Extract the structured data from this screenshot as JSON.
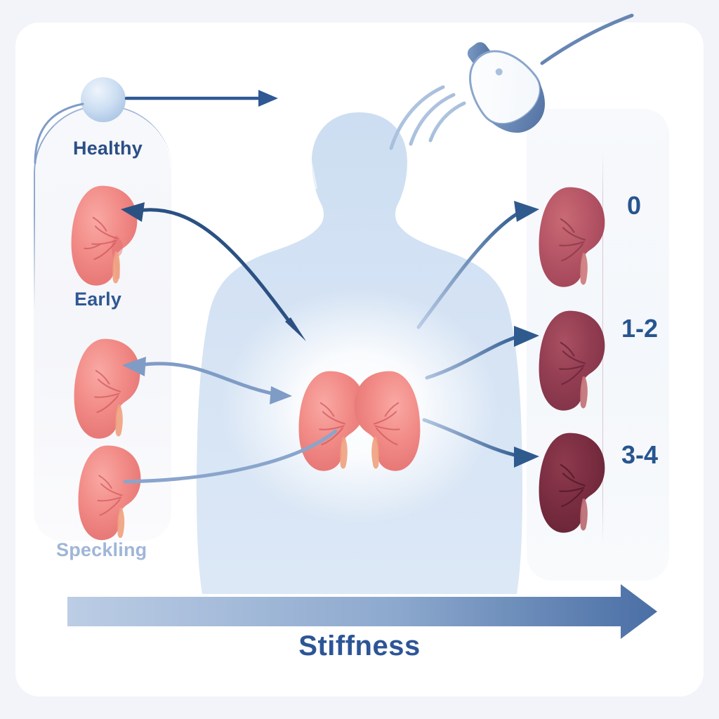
{
  "figure": {
    "title_axis": "Stiffness",
    "background_color": "#f3f4f9",
    "card_color": "#ffffff",
    "accent_dark_blue": "#27558f",
    "accent_light_blue": "#9fb6d8",
    "silhouette_color": "#cfe0f2"
  },
  "left_panel": {
    "name": "ultrasound-appearance-column",
    "items": [
      {
        "label": "Healthy",
        "icon": "kidney-icon",
        "color": "#ef7d7d"
      },
      {
        "label": "Early",
        "icon": "kidney-icon",
        "color": "#f08383"
      },
      {
        "label": "Speckling",
        "icon": "kidney-icon",
        "color": "#ef8181"
      }
    ]
  },
  "right_panel": {
    "name": "fibrosis-grade-column",
    "items": [
      {
        "grade": "0",
        "icon": "kidney-icon",
        "color": "#b55566"
      },
      {
        "grade": "1-2",
        "icon": "kidney-icon",
        "color": "#973f53"
      },
      {
        "grade": "3-4",
        "icon": "kidney-icon",
        "color": "#7d3044"
      }
    ]
  },
  "center": {
    "silhouette": "human-torso-silhouette",
    "organ_pair": "kidney-pair-icon",
    "glow": "radial-highlight"
  },
  "probe": {
    "name": "ultrasound-probe-icon",
    "cable": "probe-cable",
    "waves": "sound-wave-arcs",
    "wave_count": 3
  },
  "marker": {
    "name": "healthy-state-marker",
    "shape": "sphere"
  },
  "axis_arrow": {
    "name": "stiffness-gradient-arrow",
    "direction": "left-to-right",
    "gradient_from": "#b8cbe6",
    "gradient_to": "#4a6fa5"
  },
  "connectors": [
    {
      "name": "probe-to-marker-arrow",
      "style": "straight",
      "color": "#2f5894"
    },
    {
      "name": "center-to-healthy-arrow",
      "style": "curved-double",
      "color": "#2b5183"
    },
    {
      "name": "center-to-early-arrow",
      "style": "curved-double",
      "color": "#7f9cc6"
    },
    {
      "name": "center-to-speckling-arrow",
      "style": "curved",
      "color": "#8aa5cc"
    },
    {
      "name": "center-to-grade-0-arrow",
      "style": "curved",
      "color": "#3a6398"
    },
    {
      "name": "center-to-grade-1-2-arrow",
      "style": "curved",
      "color": "#3a6398"
    },
    {
      "name": "center-to-grade-3-4-arrow",
      "style": "curved",
      "color": "#3a6398"
    }
  ]
}
